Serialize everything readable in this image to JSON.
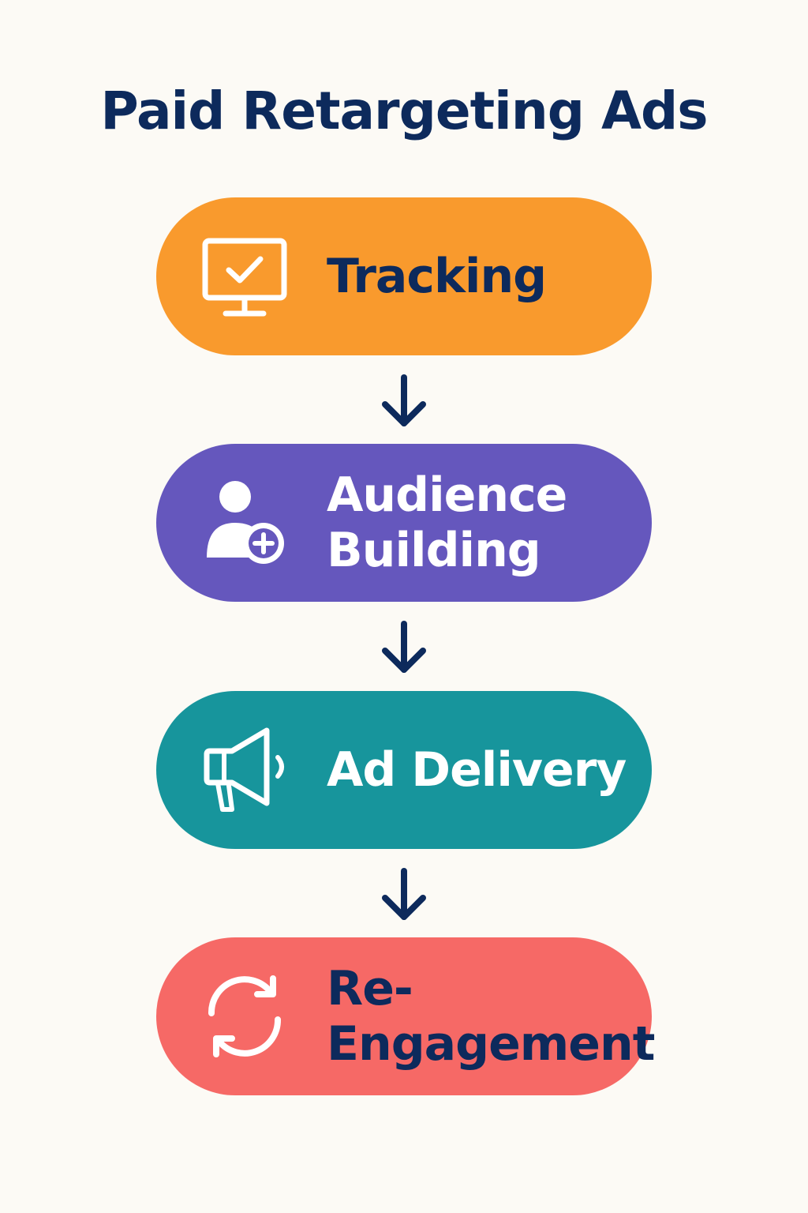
{
  "title": "Paid Retargeting Ads",
  "steps": [
    {
      "label": "Tracking",
      "icon": "monitor-check-icon",
      "bg": "#f99a2d",
      "text_color": "#0d2a5c",
      "icon_color": "#ffffff"
    },
    {
      "label": "Audience Building",
      "icon": "user-add-icon",
      "bg": "#6557bd",
      "text_color": "#ffffff",
      "icon_color": "#ffffff"
    },
    {
      "label": "Ad Delivery",
      "icon": "megaphone-icon",
      "bg": "#17959c",
      "text_color": "#ffffff",
      "icon_color": "#ffffff"
    },
    {
      "label": "Re-Engagement",
      "icon": "refresh-cycle-icon",
      "bg": "#f66966",
      "text_color": "#0d2a5c",
      "icon_color": "#ffffff"
    }
  ],
  "colors": {
    "background": "#fcfaf5",
    "title": "#0d2a5c",
    "arrow": "#0d2a5c"
  }
}
